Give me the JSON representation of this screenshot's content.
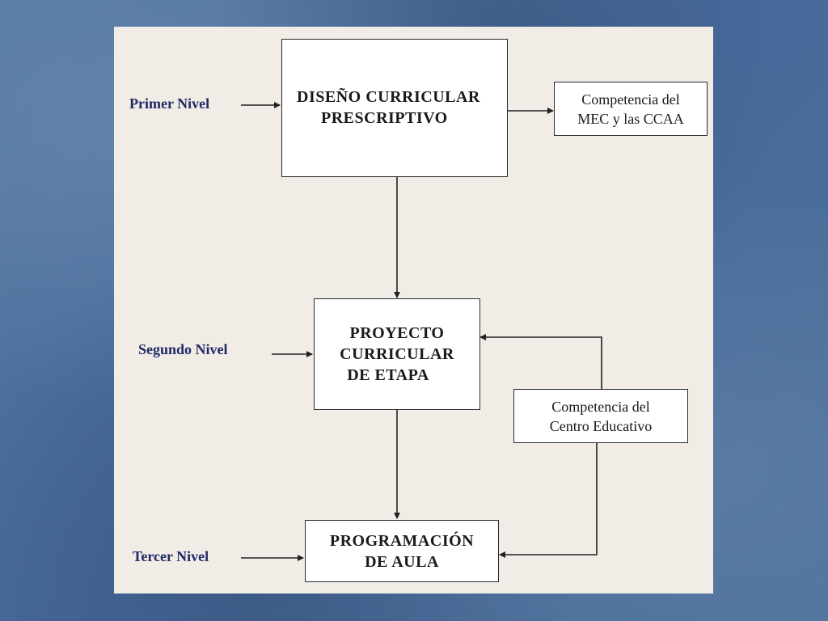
{
  "levels": {
    "first": "Primer  Nivel",
    "second": "Segundo Nivel",
    "third": "Tercer Nivel"
  },
  "boxes": {
    "diseno": [
      "DISEÑO CURRICULAR",
      "PRESCRIPTIVO"
    ],
    "proyecto": [
      "PROYECTO",
      "CURRICULAR",
      "DE  ETAPA"
    ],
    "programacion": [
      "PROGRAMACIÓN",
      "DE AULA"
    ],
    "mec": [
      "Competencia del",
      "MEC y las CCAA"
    ],
    "centro": [
      "Competencia del",
      "Centro  Educativo"
    ]
  }
}
